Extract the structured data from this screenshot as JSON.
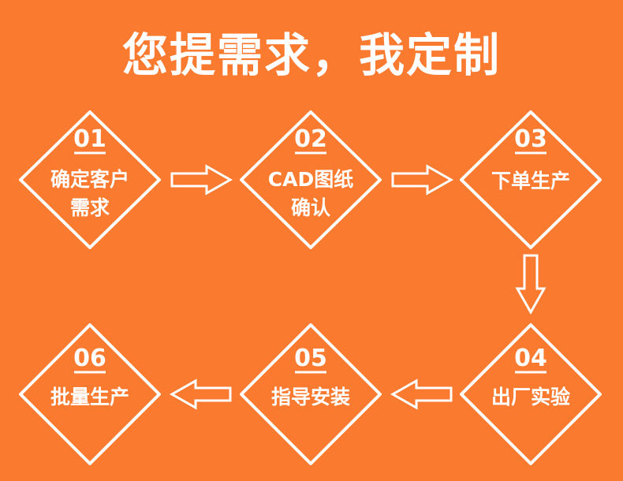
{
  "title": "您提需求，我定制",
  "steps": [
    {
      "number": "01",
      "label_line1": "确定客户",
      "label_line2": "需求"
    },
    {
      "number": "02",
      "label_line1": "CAD图纸",
      "label_line2": "确认"
    },
    {
      "number": "03",
      "label_line1": "下单生产",
      "label_line2": ""
    },
    {
      "number": "04",
      "label_line1": "出厂实验",
      "label_line2": ""
    },
    {
      "number": "05",
      "label_line1": "指导安装",
      "label_line2": ""
    },
    {
      "number": "06",
      "label_line1": "批量生产",
      "label_line2": ""
    }
  ],
  "colors": {
    "background": "#FA7A30",
    "foreground": "#FFFFFF"
  },
  "icons": {
    "step_shape": "diamond",
    "connector": "hollow-arrow"
  }
}
